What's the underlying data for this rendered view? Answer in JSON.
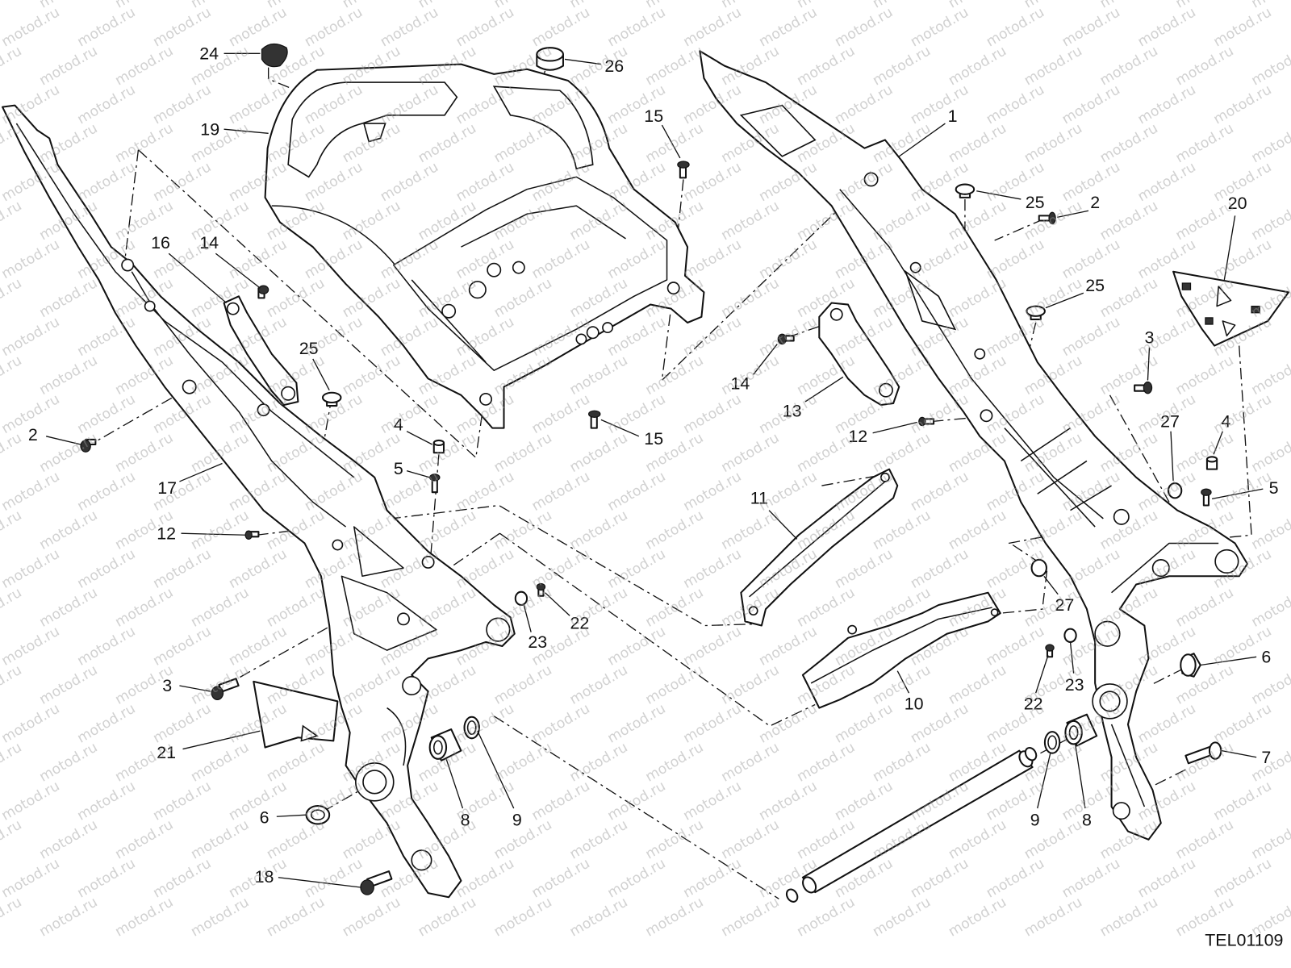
{
  "diagram": {
    "callouts": [
      "24",
      "26",
      "19",
      "15",
      "1",
      "25",
      "2",
      "20",
      "16",
      "14",
      "25",
      "3",
      "25",
      "14",
      "13",
      "2",
      "4",
      "15",
      "12",
      "27",
      "4",
      "5",
      "17",
      "5",
      "11",
      "12",
      "27",
      "22",
      "23",
      "6",
      "3",
      "22",
      "23",
      "10",
      "21",
      "7",
      "6",
      "8",
      "9",
      "9",
      "8",
      "18"
    ],
    "drawing_code": "TEL01109",
    "watermark": "motod.ru"
  }
}
